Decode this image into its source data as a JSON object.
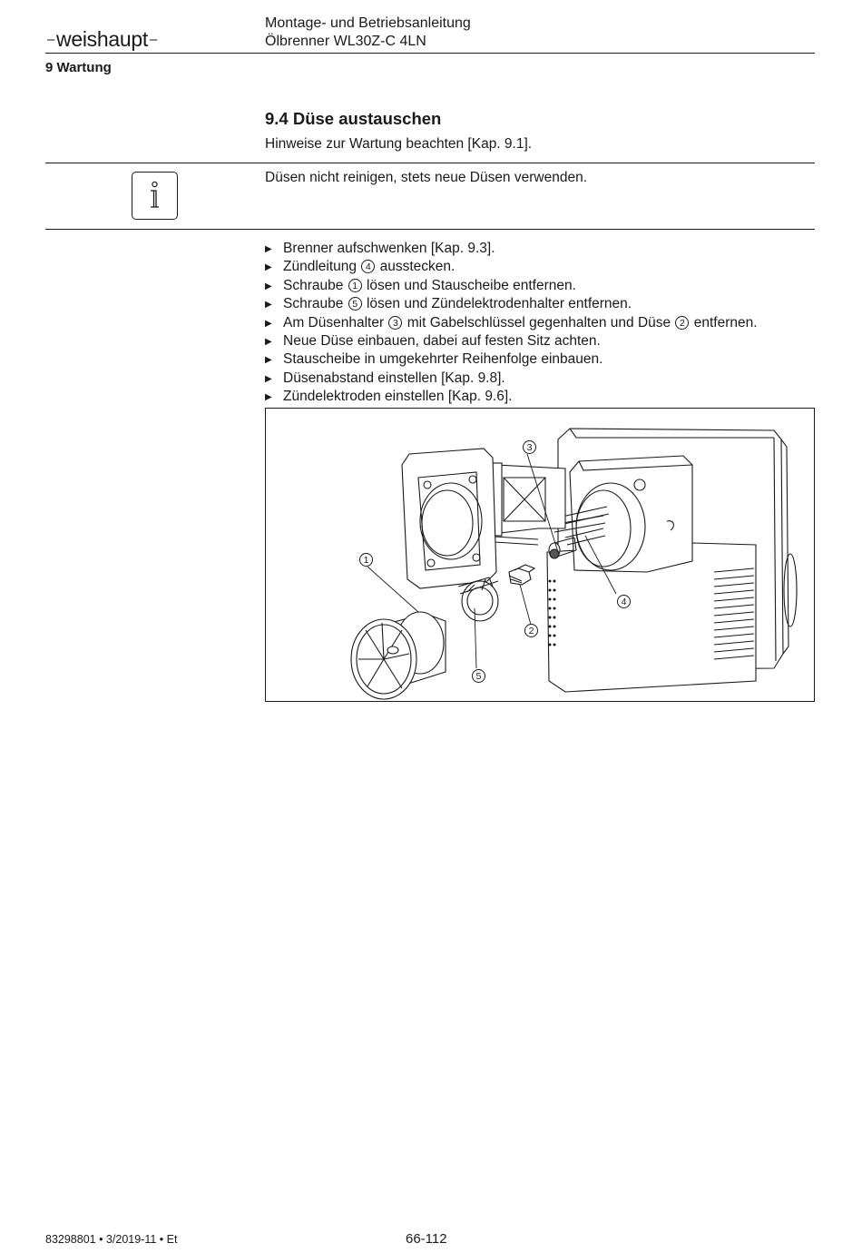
{
  "header": {
    "brand": "weishaupt",
    "doc_title_line1": "Montage- und Betriebsanleitung",
    "doc_title_line2": "Ölbrenner WL30Z-C 4LN",
    "chapter": "9 Wartung"
  },
  "section": {
    "heading": "9.4 Düse austauschen",
    "note": "Hinweise zur Wartung beachten [Kap. 9.1]."
  },
  "info": {
    "icon": "info-icon",
    "text": "Düsen nicht reinigen, stets neue Düsen verwenden."
  },
  "steps": [
    {
      "pre": "Brenner aufschwenken [Kap. 9.3].",
      "ref": "",
      "post": "",
      "ref2": "",
      "post2": ""
    },
    {
      "pre": "Zündleitung ",
      "ref": "4",
      "post": " ausstecken.",
      "ref2": "",
      "post2": ""
    },
    {
      "pre": "Schraube ",
      "ref": "1",
      "post": " lösen und Stauscheibe entfernen.",
      "ref2": "",
      "post2": ""
    },
    {
      "pre": "Schraube ",
      "ref": "5",
      "post": " lösen und Zündelektrodenhalter entfernen.",
      "ref2": "",
      "post2": ""
    },
    {
      "pre": "Am Düsenhalter ",
      "ref": "3",
      "post": " mit Gabelschlüssel gegenhalten und Düse ",
      "ref2": "2",
      "post2": " entfernen."
    },
    {
      "pre": "Neue Düse einbauen, dabei auf festen Sitz achten.",
      "ref": "",
      "post": "",
      "ref2": "",
      "post2": ""
    },
    {
      "pre": "Stauscheibe in umgekehrter Reihenfolge einbauen.",
      "ref": "",
      "post": "",
      "ref2": "",
      "post2": ""
    },
    {
      "pre": "Düsenabstand einstellen [Kap. 9.8].",
      "ref": "",
      "post": "",
      "ref2": "",
      "post2": ""
    },
    {
      "pre": "Zündelektroden einstellen [Kap. 9.6].",
      "ref": "",
      "post": "",
      "ref2": "",
      "post2": ""
    }
  ],
  "figure": {
    "callouts": [
      "1",
      "2",
      "3",
      "4",
      "5"
    ]
  },
  "footer": {
    "code": "83298801 • 3/2019-11 • Et",
    "page": "66-112"
  }
}
